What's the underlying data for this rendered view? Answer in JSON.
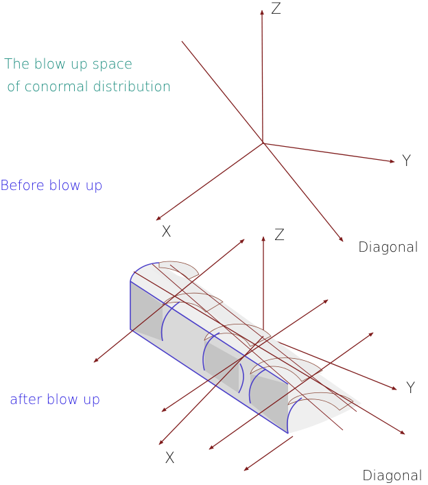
{
  "colors": {
    "axis": "#7f1c1c",
    "teal_text": "#1a8c7e",
    "blue_text": "#2a1ee0",
    "black_text": "#1a1a1a",
    "tube_outline": "#4b3fc9",
    "tube_dark": "#c4c4c4",
    "tube_mid": "#d9d9d9",
    "tube_light": "#efefef",
    "cap_light": "#ececec",
    "rim_brown": "#8a4a3a"
  },
  "notes": {
    "title_line1": "The blow up space",
    "title_line2": "of conormal distribution",
    "before": "Before blow up",
    "after": "after blow up"
  },
  "before_axes": {
    "z_label": "Z",
    "y_label": "Y",
    "x_label": "X",
    "diagonal_label": "Diagonal"
  },
  "after_axes": {
    "z_label": "Z",
    "y_label": "Y",
    "x_label": "X",
    "diagonal_label": "Diagonal"
  }
}
